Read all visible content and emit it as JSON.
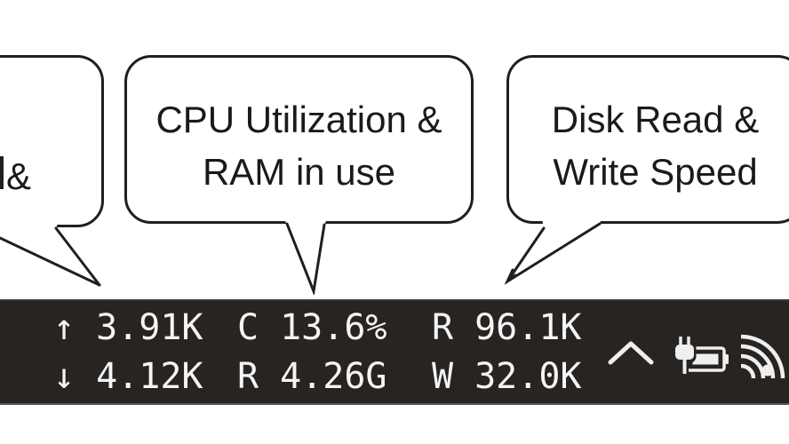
{
  "callouts": {
    "left_partial": {
      "visible_text": "&"
    },
    "cpu": {
      "line1": "CPU Utilization &",
      "line2": "RAM in use"
    },
    "disk": {
      "line1": "Disk Read &",
      "line2": "Write Speed"
    }
  },
  "taskbar": {
    "network": {
      "up_icon": "↑",
      "up_value": "3.91K",
      "down_icon": "↓",
      "down_value": "4.12K"
    },
    "cpu_ram": {
      "cpu_label": "C",
      "cpu_value": "13.6%",
      "ram_label": "R",
      "ram_value": "4.26G"
    },
    "disk": {
      "read_label": "R",
      "read_value": "96.1K",
      "write_label": "W",
      "write_value": "32.0K"
    },
    "tray_icons": [
      "show-hidden-icons-chevron",
      "battery-charging-icon",
      "wifi-icon"
    ]
  },
  "colors": {
    "taskbar_bg": "#272422",
    "taskbar_text": "#f5f5f5",
    "bubble_fill": "#ffffff",
    "bubble_stroke": "#1f1f1f",
    "bubble_text": "#1a1a1a"
  }
}
